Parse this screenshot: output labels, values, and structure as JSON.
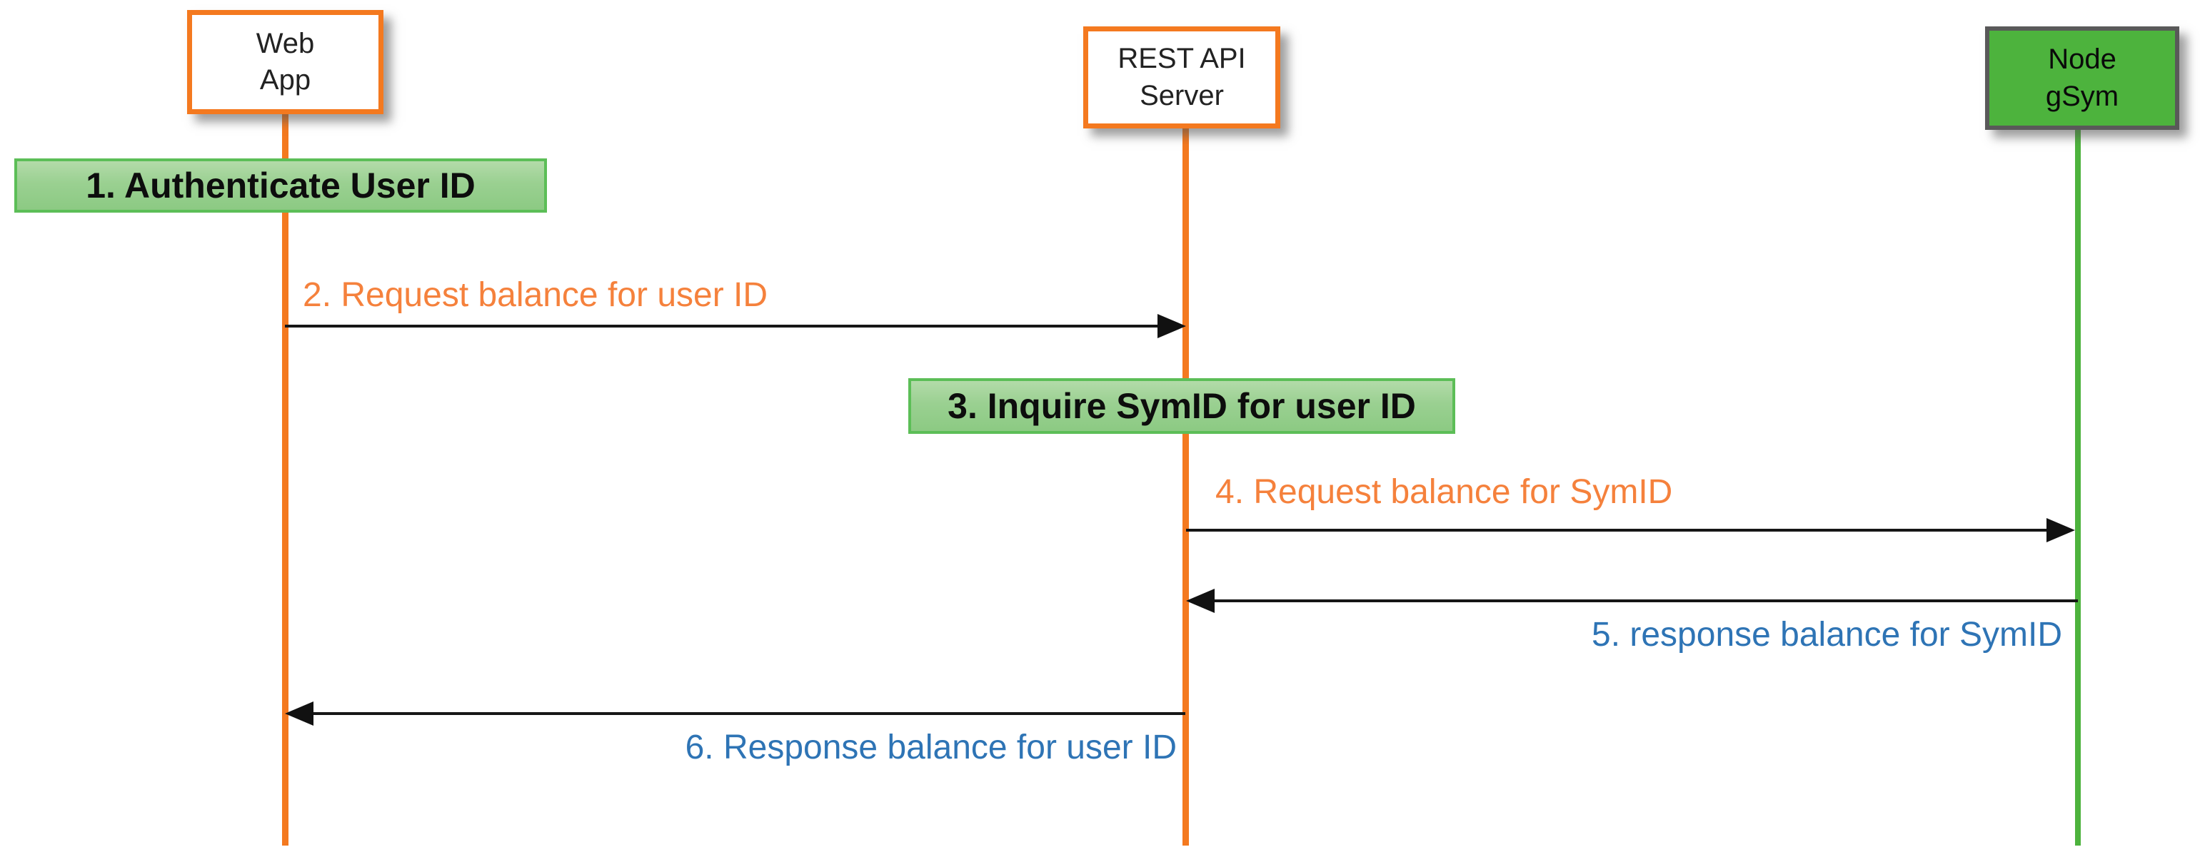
{
  "diagram": {
    "type": "sequence-diagram",
    "actors": [
      {
        "id": "web-app",
        "label": "Web\nApp",
        "style": "orange-outline"
      },
      {
        "id": "rest-api-server",
        "label": "REST API\nServer",
        "style": "orange-outline"
      },
      {
        "id": "node-gsym",
        "label": "Node\ngSym",
        "style": "green-filled"
      }
    ],
    "notes": [
      {
        "step": 1,
        "label": "1. Authenticate User ID",
        "over": "web-app"
      },
      {
        "step": 3,
        "label": "3. Inquire SymID for user ID",
        "over": "rest-api-server"
      }
    ],
    "messages": [
      {
        "step": 2,
        "label": "2. Request balance for user ID",
        "from": "web-app",
        "to": "rest-api-server",
        "direction": "right",
        "label_color": "#F5813C"
      },
      {
        "step": 4,
        "label": "4. Request balance for SymID",
        "from": "rest-api-server",
        "to": "node-gsym",
        "direction": "right",
        "label_color": "#F5813C"
      },
      {
        "step": 5,
        "label": "5. response balance for SymID",
        "from": "node-gsym",
        "to": "rest-api-server",
        "direction": "left",
        "label_color": "#2E74B5"
      },
      {
        "step": 6,
        "label": "6. Response balance for user ID",
        "from": "rest-api-server",
        "to": "web-app",
        "direction": "left",
        "label_color": "#2E74B5"
      }
    ],
    "colors": {
      "orange_accent": "#F4791F",
      "green_fill": "#4DB33D",
      "note_fill": "#9AD091",
      "note_border": "#5CBE57",
      "orange_label": "#F5813C",
      "blue_label": "#2E74B5",
      "arrow": "#111111",
      "dark_box_border": "#595959",
      "background": "#FFFFFF"
    }
  }
}
